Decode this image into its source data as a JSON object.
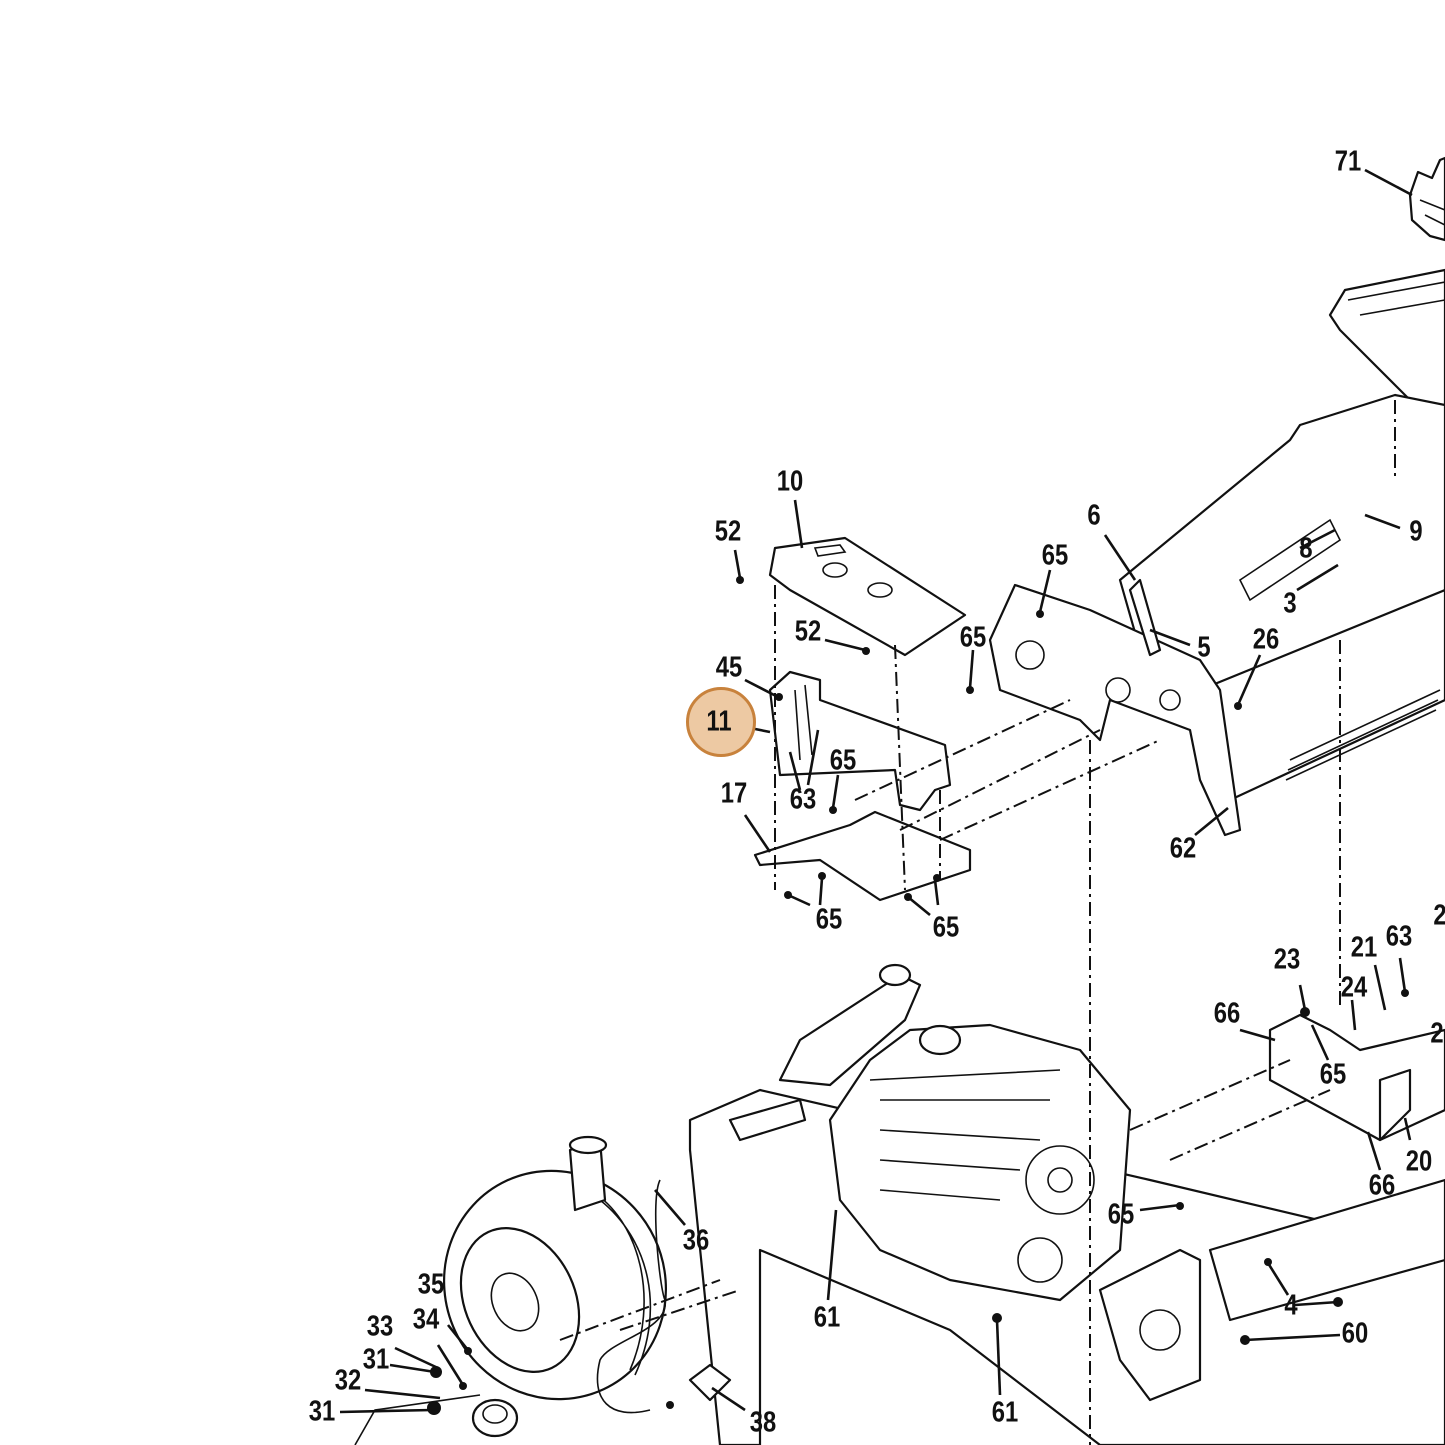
{
  "diagram": {
    "callouts": [
      {
        "id": "c71",
        "label": "71"
      },
      {
        "id": "c10",
        "label": "10"
      },
      {
        "id": "c52a",
        "label": "52"
      },
      {
        "id": "c6",
        "label": "6"
      },
      {
        "id": "c9",
        "label": "9"
      },
      {
        "id": "c8",
        "label": "8"
      },
      {
        "id": "c65a",
        "label": "65"
      },
      {
        "id": "c3",
        "label": "3"
      },
      {
        "id": "c52b",
        "label": "52"
      },
      {
        "id": "c65b",
        "label": "65"
      },
      {
        "id": "c26",
        "label": "26"
      },
      {
        "id": "c5",
        "label": "5"
      },
      {
        "id": "c45",
        "label": "45"
      },
      {
        "id": "c11",
        "label": "11"
      },
      {
        "id": "c65c",
        "label": "65"
      },
      {
        "id": "c63a",
        "label": "63"
      },
      {
        "id": "c17",
        "label": "17"
      },
      {
        "id": "c62",
        "label": "62"
      },
      {
        "id": "c65d",
        "label": "65"
      },
      {
        "id": "c65e",
        "label": "65"
      },
      {
        "id": "c2a",
        "label": "2"
      },
      {
        "id": "c23",
        "label": "23"
      },
      {
        "id": "c21",
        "label": "21"
      },
      {
        "id": "c63b",
        "label": "63"
      },
      {
        "id": "c24",
        "label": "24"
      },
      {
        "id": "c66a",
        "label": "66"
      },
      {
        "id": "c2b",
        "label": "2"
      },
      {
        "id": "c65f",
        "label": "65"
      },
      {
        "id": "c20",
        "label": "20"
      },
      {
        "id": "c66b",
        "label": "66"
      },
      {
        "id": "c36",
        "label": "36"
      },
      {
        "id": "c65g",
        "label": "65"
      },
      {
        "id": "c35",
        "label": "35"
      },
      {
        "id": "c33",
        "label": "33"
      },
      {
        "id": "c34",
        "label": "34"
      },
      {
        "id": "c61a",
        "label": "61"
      },
      {
        "id": "c4",
        "label": "4"
      },
      {
        "id": "c60",
        "label": "60"
      },
      {
        "id": "c31a",
        "label": "31"
      },
      {
        "id": "c32",
        "label": "32"
      },
      {
        "id": "c31b",
        "label": "31"
      },
      {
        "id": "c38",
        "label": "38"
      },
      {
        "id": "c61b",
        "label": "61"
      }
    ],
    "highlighted_callout": "11",
    "colors": {
      "highlight_fill": "#edc9a3",
      "highlight_stroke": "#c8823c",
      "line": "#111111",
      "background": "#ffffff"
    }
  }
}
